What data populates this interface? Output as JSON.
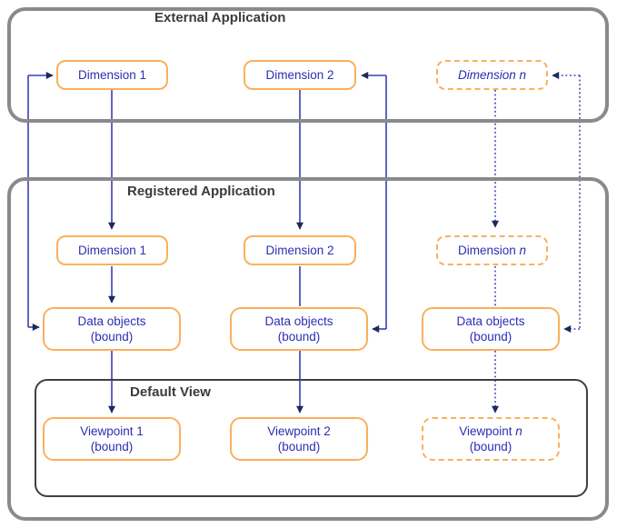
{
  "external": {
    "title": "External Application",
    "dim1": "Dimension 1",
    "dim2": "Dimension 2",
    "dimn": "Dimension n"
  },
  "registered": {
    "title": "Registered Application",
    "dim1": "Dimension 1",
    "dim2": "Dimension 2",
    "dimn_prefix": "Dimension ",
    "dimn_var": "n",
    "data1_line1": "Data objects",
    "data1_line2": "(bound)",
    "data2_line1": "Data objects",
    "data2_line2": "(bound)",
    "datan_line1": "Data objects",
    "datan_line2": "(bound)"
  },
  "default_view": {
    "title": "Default View",
    "vp1_line1": "Viewpoint 1",
    "vp1_line2": "(bound)",
    "vp2_line1": "Viewpoint 2",
    "vp2_line2": "(bound)",
    "vpn_prefix": "Viewpoint ",
    "vpn_var": "n",
    "vpn_line2": "(bound)"
  },
  "colors": {
    "node_border_orange": "#fbb05c",
    "node_text_blue": "#2b2eb3",
    "wire_blue": "#3a3fb0",
    "arrowhead_navy": "#1b2a5e",
    "container_gray": "#8a8a8a",
    "inner_container_dark": "#404040",
    "title_text": "#3b3b3b"
  }
}
